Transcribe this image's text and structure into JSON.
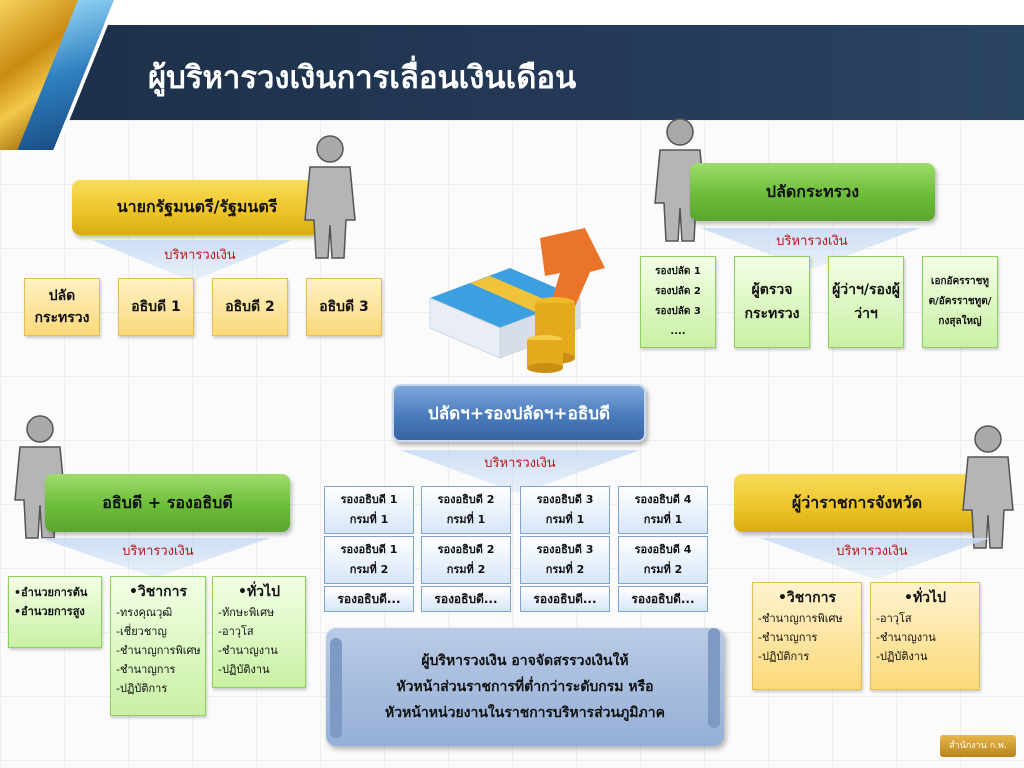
{
  "header": {
    "title": "ผู้บริหารวงเงินการเลื่อนเงินเดือน"
  },
  "common": {
    "manage_label": "บริหารวงเงิน"
  },
  "pm": {
    "title": "นายกรัฐมนตรี/รัฐมนตรี",
    "cards": [
      "ปลัดกระทรวง",
      "อธิบดี 1",
      "อธิบดี 2",
      "อธิบดี 3"
    ]
  },
  "ps": {
    "title": "ปลัดกระทรวง",
    "deputies": [
      "รองปลัด 1",
      "รองปลัด 2",
      "รองปลัด 3",
      "...."
    ],
    "cards": [
      "ผู้ตรวจกระทรวง",
      "ผู้ว่าฯ/รองผู้ว่าฯ",
      "เอกอัครราชทูต/อัครราชทูต/กงสุลใหญ่"
    ]
  },
  "center": {
    "title": "ปลัดฯ+รองปลัดฯ+อธิบดี",
    "grid": [
      [
        "รองอธิบดี 1 กรมที่ 1",
        "รองอธิบดี 2 กรมที่ 1",
        "รองอธิบดี 3 กรมที่ 1",
        "รองอธิบดี 4 กรมที่ 1"
      ],
      [
        "รองอธิบดี 1 กรมที่ 2",
        "รองอธิบดี 2 กรมที่ 2",
        "รองอธิบดี 3 กรมที่ 2",
        "รองอธิบดี 4 กรมที่ 2"
      ],
      [
        "รองอธิบดี...",
        "รองอธิบดี...",
        "รองอธิบดี...",
        "รองอธิบดี..."
      ]
    ]
  },
  "dg": {
    "title": "อธิบดี + รองอธิบดี",
    "exec": [
      "อำนวยการต้น",
      "อำนวยการสูง"
    ],
    "academic": {
      "head": "วิชาการ",
      "items": [
        "ทรงคุณวุฒิ",
        "เชี่ยวชาญ",
        "ชำนาญการพิเศษ",
        "ชำนาญการ",
        "ปฏิบัติการ"
      ]
    },
    "general": {
      "head": "ทั่วไป",
      "items": [
        "ทักษะพิเศษ",
        "อาวุโส",
        "ชำนาญงาน",
        "ปฏิบัติงาน"
      ]
    }
  },
  "gov": {
    "title": "ผู้ว่าราชการจังหวัด",
    "academic": {
      "head": "วิชาการ",
      "items": [
        "ชำนาญการพิเศษ",
        "ชำนาญการ",
        "ปฏิบัติการ"
      ]
    },
    "general": {
      "head": "ทั่วไป",
      "items": [
        "อาวุโส",
        "ชำนาญงาน",
        "ปฏิบัติงาน"
      ]
    }
  },
  "note": {
    "lines": [
      "ผู้บริหารวงเงิน อาจจัดสรรวงเงินให้",
      "หัวหน้าส่วนราชการที่ต่ำกว่าระดับกรม หรือ",
      "หัวหน้าหน่วยงานในราชการบริหารส่วนภูมิภาค"
    ]
  },
  "footer": {
    "logo_text": "สำนักงาน ก.พ."
  },
  "colors": {
    "header_bg": "#1c2f47",
    "green": "#6cbd3a",
    "yellow": "#eec62b",
    "blue": "#4a7bbd",
    "red_text": "#c0141b"
  }
}
